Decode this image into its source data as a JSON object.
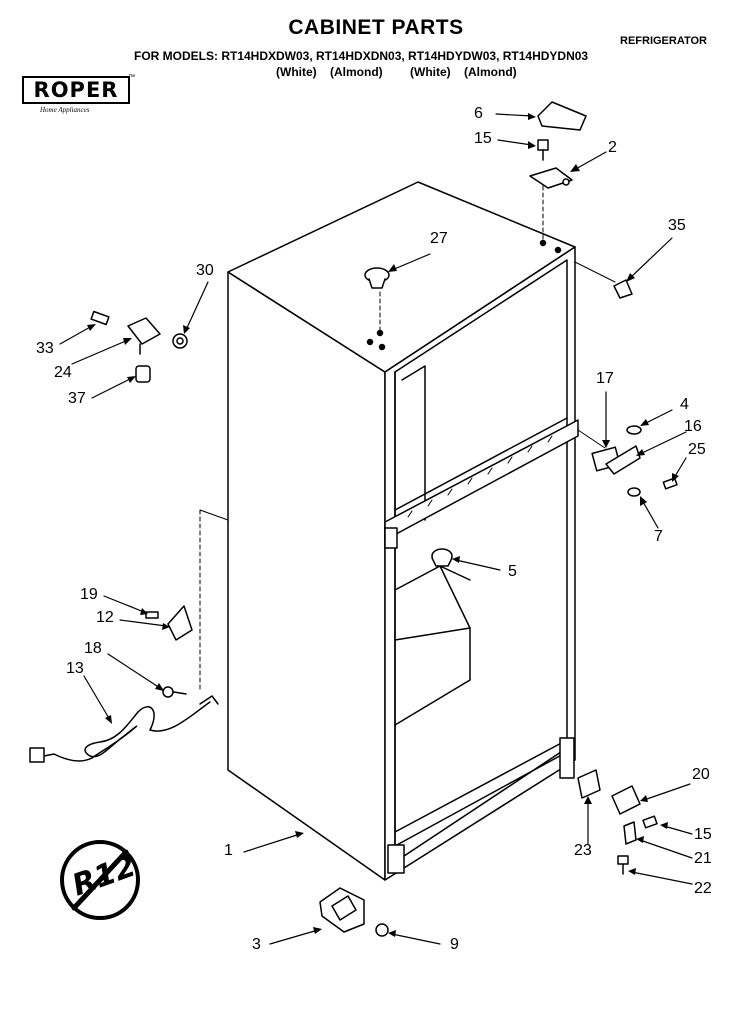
{
  "header": {
    "title": "CABINET PARTS",
    "category": "REFRIGERATOR",
    "models_line": "FOR MODELS: RT14HDXDW03, RT14HDXDN03, RT14HDYDW03, RT14HDYDN03",
    "colors": [
      "(White)",
      "(Almond)",
      "(White)",
      "(Almond)"
    ]
  },
  "logo": {
    "brand": "ROPER",
    "trademark": "™",
    "tagline": "Home Appliances"
  },
  "refrigerant_seal": "R12",
  "callouts": [
    "1",
    "2",
    "3",
    "4",
    "5",
    "6",
    "7",
    "9",
    "12",
    "13",
    "15",
    "15",
    "16",
    "17",
    "18",
    "19",
    "20",
    "21",
    "22",
    "23",
    "24",
    "25",
    "27",
    "30",
    "33",
    "35",
    "37"
  ]
}
